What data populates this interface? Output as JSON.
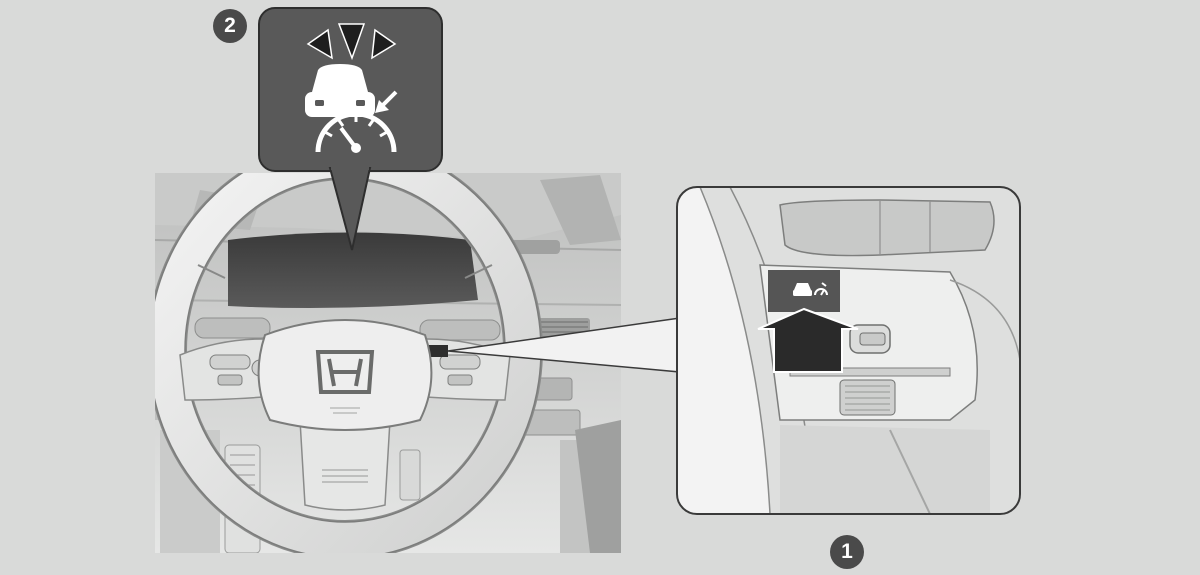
{
  "callouts": {
    "one": "1",
    "two": "2"
  },
  "icons": {
    "indicator": "adaptive-cruise-vehicle-ahead-icon",
    "button": "adaptive-cruise-button-icon",
    "logo": "honda-h-logo"
  },
  "colors": {
    "background": "#d9dad9",
    "callout_panel": "#595959",
    "callout_circle": "#4a4a4a",
    "arrow": "#2a2a2a",
    "icon_white": "#ffffff"
  }
}
